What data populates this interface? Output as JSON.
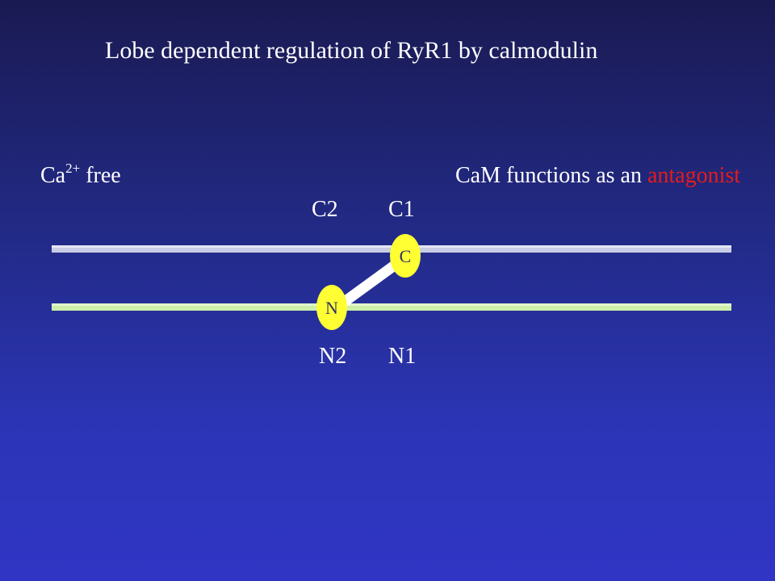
{
  "title": "Lobe dependent regulation of RyR1 by calmodulin",
  "condition": {
    "ion": "Ca",
    "charge": "2+",
    "suffix": "free"
  },
  "statement": {
    "prefix": "CaM functions as an",
    "highlight": "antagonist",
    "highlight_color": "#e51b1b"
  },
  "binding_sites": {
    "top": [
      "C2",
      "C1"
    ],
    "bottom": [
      "N2",
      "N1"
    ]
  },
  "lobes": {
    "c_lobe": "C",
    "n_lobe": "N",
    "lobe_color": "#ffff33",
    "linker_color": "#ffffff"
  },
  "strands": {
    "upper_color": "#c8cce4",
    "lower_color": "#cceeaa"
  }
}
